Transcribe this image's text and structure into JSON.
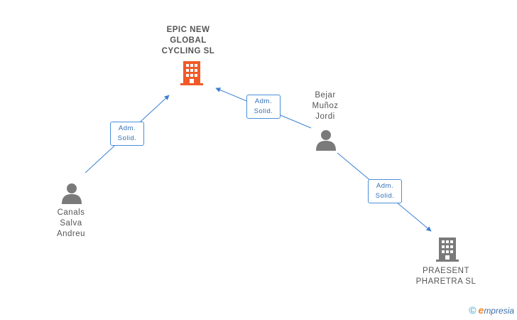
{
  "nodes": {
    "epic": {
      "label": "EPIC NEW\nGLOBAL\nCYCLING  SL",
      "type": "company",
      "color": "#f05a28"
    },
    "bejar": {
      "label": "Bejar\nMuñoz\nJordi",
      "type": "person",
      "color": "#7a7a7a"
    },
    "canals": {
      "label": "Canals\nSalva\nAndreu",
      "type": "person",
      "color": "#7a7a7a"
    },
    "praesent": {
      "label": "PRAESENT\nPHARETRA  SL",
      "type": "company",
      "color": "#7a7a7a"
    }
  },
  "edges": [
    {
      "from": "canals",
      "to": "epic",
      "label": "Adm.\nSolid."
    },
    {
      "from": "bejar",
      "to": "epic",
      "label": "Adm.\nSolid."
    },
    {
      "from": "bejar",
      "to": "praesent",
      "label": "Adm.\nSolid."
    }
  ],
  "colors": {
    "edge": "#3d7fd1",
    "edge_label_text": "#2f6fb8"
  },
  "brand": {
    "copyright": "©",
    "e": "e",
    "rest": "mpresia"
  }
}
